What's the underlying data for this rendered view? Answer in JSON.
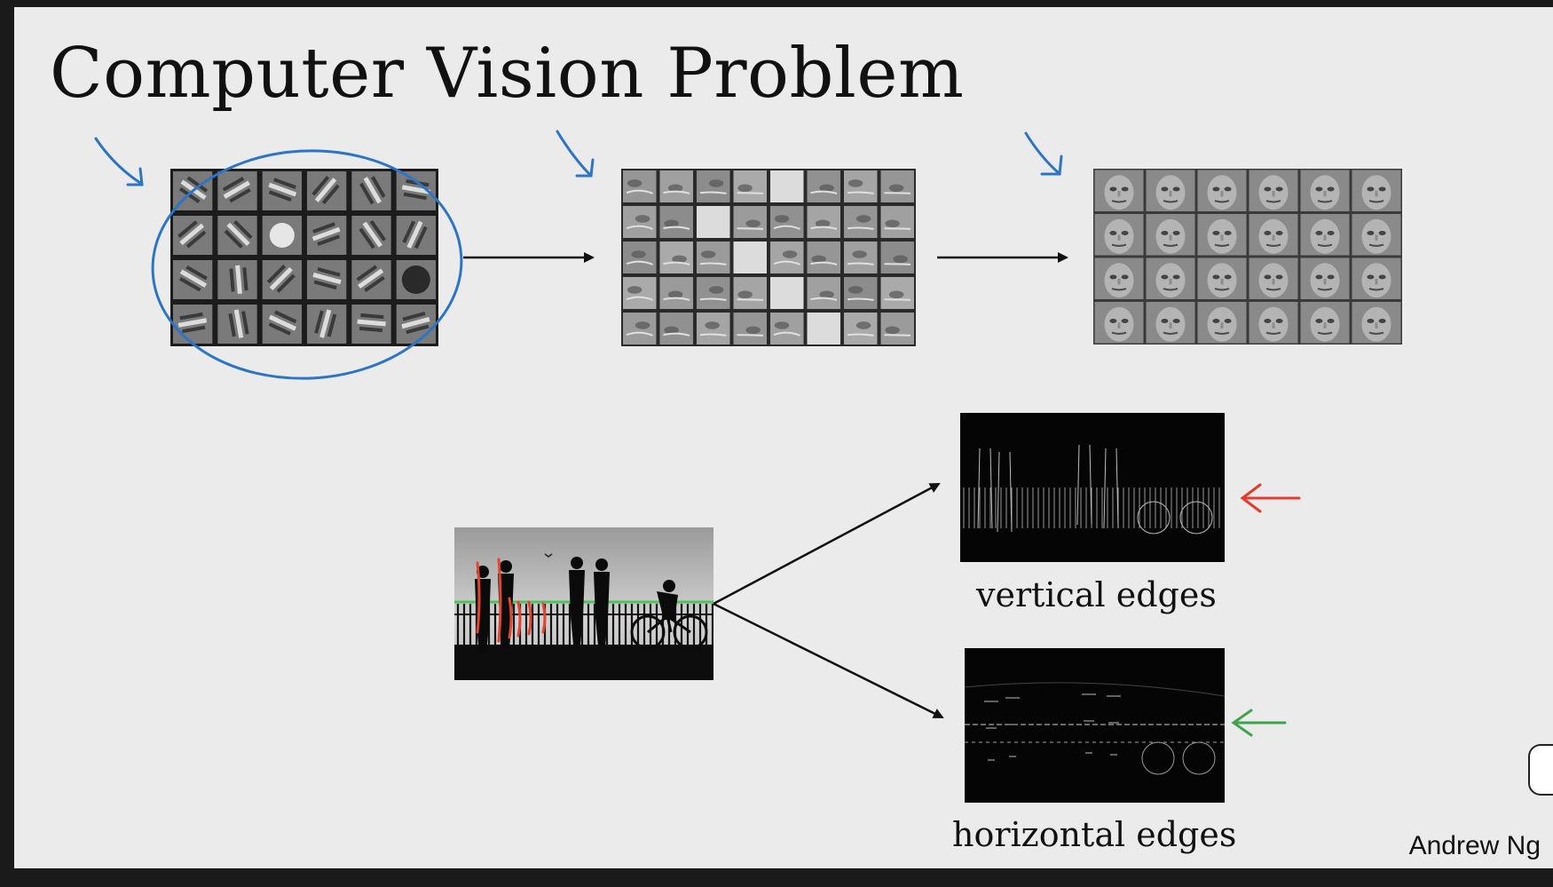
{
  "slide": {
    "title": "Computer Vision Problem",
    "caption_vertical": "vertical edges",
    "caption_horizontal": "horizontal edges",
    "author": "Andrew Ng"
  },
  "annotations": {
    "circle_color": "#2d74c4",
    "check_color": "#2d74c4",
    "vertical_arrow_color": "#e53b2f",
    "horizontal_arrow_color": "#3fa34d",
    "photo_mark_color": "#e0452f",
    "railing_line_color": "#4fc15a"
  },
  "panels": {
    "edge_grid": {
      "rows": 4,
      "cols": 6
    },
    "parts_grid": {
      "rows": 5,
      "cols": 8
    },
    "faces_grid": {
      "rows": 4,
      "cols": 6
    }
  }
}
